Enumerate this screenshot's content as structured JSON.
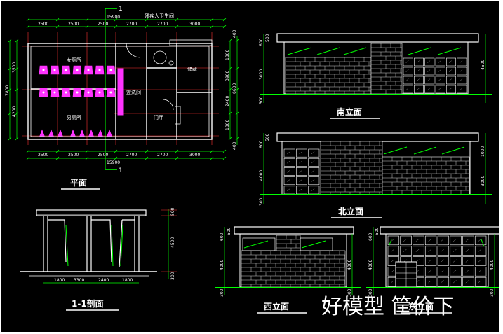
{
  "views": {
    "plan": {
      "title": "平面",
      "section_mark": "1",
      "overall_dim": "15900",
      "top_dims": [
        "2500",
        "2500",
        "2500",
        "2700",
        "2700",
        "3000"
      ],
      "bottom_dims": [
        "2500",
        "2500",
        "2500",
        "2700",
        "2700",
        "3000"
      ],
      "left_dims": [
        "3500",
        "4200"
      ],
      "left_overall": "7800",
      "right_dims": [
        "1800",
        "3900",
        "2400",
        "1800"
      ],
      "right_overall": "6600",
      "edge_dims": [
        "400",
        "400"
      ],
      "rooms": {
        "top_label": "残疾人卫生间",
        "female": "女厕所",
        "male": "男厕所",
        "washroom": "盥洗间",
        "storage": "储藏",
        "door": "门厅"
      }
    },
    "section": {
      "title": "1-1剖面",
      "height_dims": [
        "500",
        "4500",
        "300"
      ],
      "bottom_dims": [
        "1800",
        "3300",
        "2400",
        "1800"
      ]
    },
    "south": {
      "title": "南立面",
      "left_dims": [
        "500",
        "600",
        "3000",
        "300"
      ],
      "right_dim": "4500"
    },
    "north": {
      "title": "北立面",
      "left_dims": [
        "500",
        "600",
        "4000",
        "300"
      ],
      "right_dims": [
        "1000",
        "3000"
      ]
    },
    "west": {
      "title": "西立面",
      "left_dims": [
        "500",
        "600",
        "4000",
        "300"
      ],
      "right_dims": [
        "4000",
        "300"
      ]
    },
    "east": {
      "title": "东立面",
      "left_dims": [
        "500",
        "600",
        "4000",
        "300"
      ],
      "right_dims": [
        "4000",
        "300"
      ]
    }
  },
  "watermark": "好模型 筐价下",
  "colors": {
    "background": "#000000",
    "lines": "#ffffff",
    "dimension": "#00ff00",
    "grid": "#ff3333",
    "fixtures": "#ff33ff"
  }
}
